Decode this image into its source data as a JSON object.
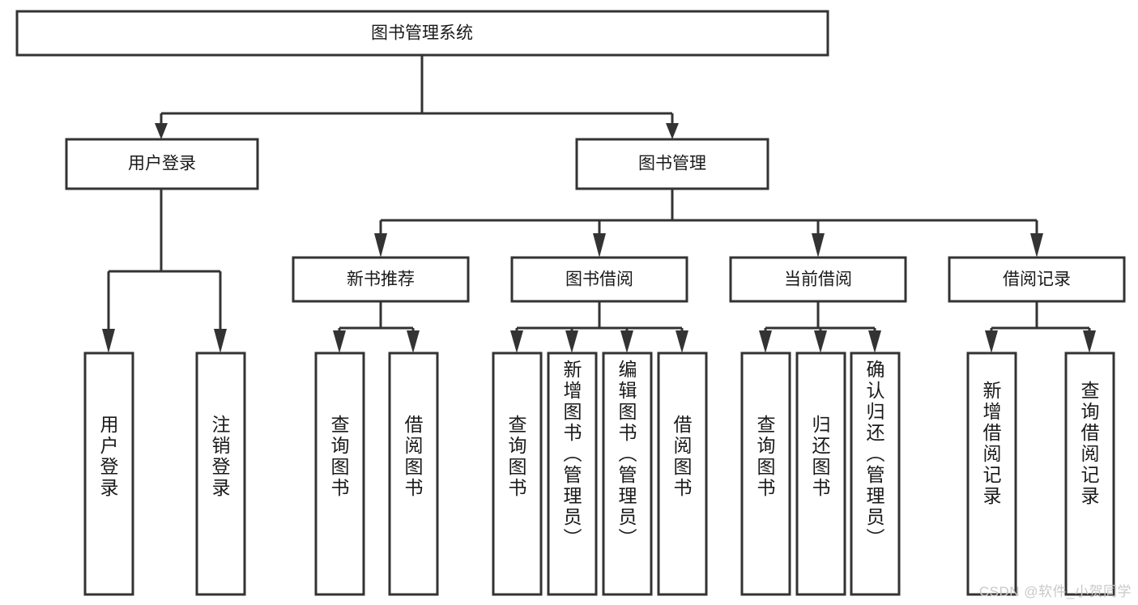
{
  "diagram": {
    "title_node": {
      "label": "图书管理系统"
    },
    "level1": [
      {
        "id": "user-login",
        "label": "用户登录"
      },
      {
        "id": "book-manage",
        "label": "图书管理"
      }
    ],
    "level2": [
      {
        "id": "new-book-recommend",
        "label": "新书推荐"
      },
      {
        "id": "book-borrow",
        "label": "图书借阅"
      },
      {
        "id": "current-borrow",
        "label": "当前借阅"
      },
      {
        "id": "borrow-record",
        "label": "借阅记录"
      }
    ],
    "leaves": [
      {
        "id": "leaf-user-login",
        "label": "用户登录",
        "parent": "user-login"
      },
      {
        "id": "leaf-logout-login",
        "label": "注销登录",
        "parent": "user-login"
      },
      {
        "id": "leaf-query-book-1",
        "label": "查询图书",
        "parent": "new-book-recommend"
      },
      {
        "id": "leaf-borrow-book-1",
        "label": "借阅图书",
        "parent": "new-book-recommend"
      },
      {
        "id": "leaf-query-book-2",
        "label": "查询图书",
        "parent": "book-borrow"
      },
      {
        "id": "leaf-add-book",
        "label": "新增图书（管理员）",
        "parent": "book-borrow"
      },
      {
        "id": "leaf-edit-book",
        "label": "编辑图书（管理员）",
        "parent": "book-borrow"
      },
      {
        "id": "leaf-borrow-book-2",
        "label": "借阅图书",
        "parent": "book-borrow"
      },
      {
        "id": "leaf-query-book-3",
        "label": "查询图书",
        "parent": "current-borrow"
      },
      {
        "id": "leaf-return-book",
        "label": "归还图书",
        "parent": "current-borrow"
      },
      {
        "id": "leaf-confirm-return",
        "label": "确认归还（管理员）",
        "parent": "current-borrow"
      },
      {
        "id": "leaf-add-record",
        "label": "新增借阅记录",
        "parent": "borrow-record"
      },
      {
        "id": "leaf-query-record",
        "label": "查询借阅记录",
        "parent": "borrow-record"
      }
    ],
    "watermark": "CSDN @软件_小贺同学",
    "colors": {
      "stroke": "#333333",
      "box_fill": "#ffffff",
      "text": "#1a1a1a",
      "watermark": "#c9c9c9",
      "background": "#ffffff"
    }
  }
}
